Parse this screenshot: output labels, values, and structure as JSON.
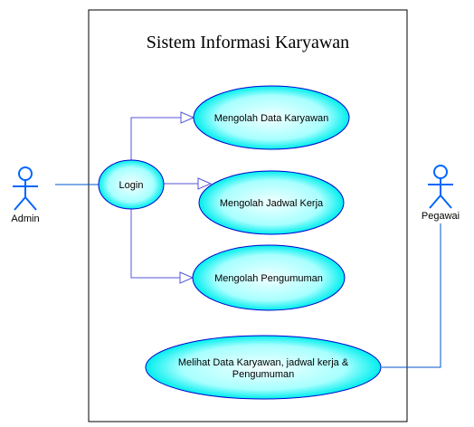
{
  "diagram": {
    "title": "Sistem Informasi Karyawan",
    "actors": {
      "admin": {
        "label": "Admin"
      },
      "pegawai": {
        "label": "Pegawai"
      }
    },
    "use_cases": {
      "login": {
        "label": "Login"
      },
      "data_karyawan": {
        "label": "Mengolah Data Karyawan"
      },
      "jadwal_kerja": {
        "label": "Mengolah Jadwal Kerja"
      },
      "pengumuman": {
        "label": "Mengolah Pengumuman"
      },
      "melihat": {
        "label_line1": "Melihat Data Karyawan, jadwal kerja &",
        "label_line2": "Pengumuman"
      }
    },
    "colors": {
      "use_case_fill_center": "#f2ffff",
      "use_case_fill_edge": "#00eeee",
      "use_case_stroke": "#0000cc",
      "actor_color": "#0066ff",
      "association_color": "#0055cc",
      "include_color": "#5555dd",
      "boundary_color": "#000000"
    }
  }
}
